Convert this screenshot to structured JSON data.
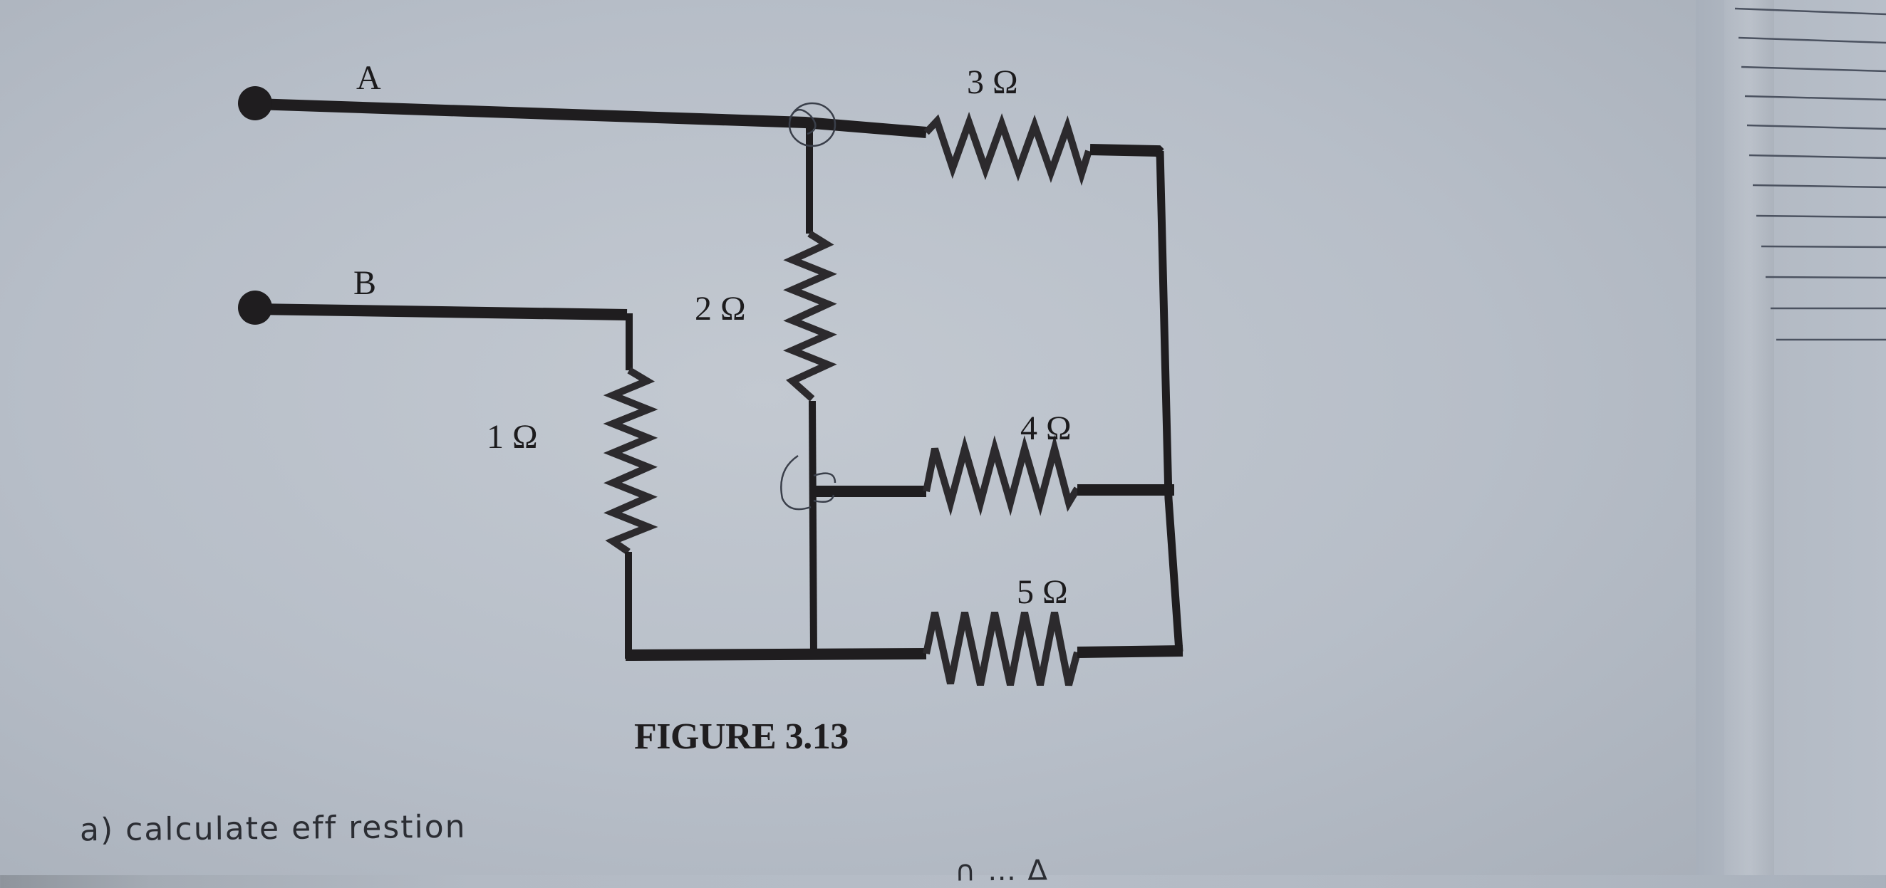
{
  "figure": {
    "caption": "FIGURE 3.13",
    "terminals": [
      {
        "id": "A",
        "label": "A"
      },
      {
        "id": "B",
        "label": "B"
      }
    ],
    "resistors": [
      {
        "id": "R1",
        "label": "1 Ω",
        "value_ohm": 1,
        "orientation": "vertical"
      },
      {
        "id": "R2",
        "label": "2 Ω",
        "value_ohm": 2,
        "orientation": "vertical"
      },
      {
        "id": "R3",
        "label": "3 Ω",
        "value_ohm": 3,
        "orientation": "horizontal"
      },
      {
        "id": "R4",
        "label": "4 Ω",
        "value_ohm": 4,
        "orientation": "horizontal"
      },
      {
        "id": "R5",
        "label": "5 Ω",
        "value_ohm": 5,
        "orientation": "horizontal"
      }
    ],
    "pen_marks": [
      "circled junction at top node",
      "circled junction at middle node"
    ]
  },
  "handwriting": {
    "question": "a) calculate eff restion",
    "partial_line": "∩ … ∆"
  },
  "colors": {
    "ink": "#1f1d1f",
    "paper": "#b7bec8",
    "pen": "#3a3f4a",
    "notebook_rule": "#4b5260"
  },
  "notebook": {
    "ruled_lines": 12
  }
}
